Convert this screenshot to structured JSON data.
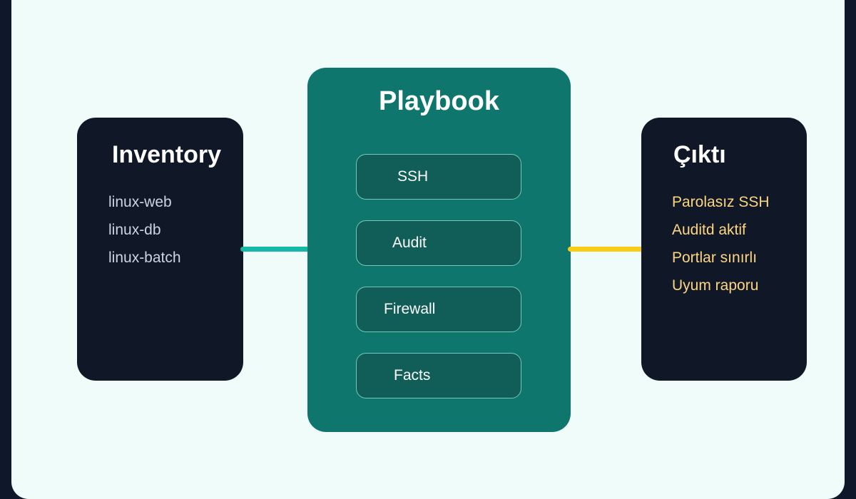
{
  "colors": {
    "background": "#effcf9",
    "frame": "#0f172a",
    "dark_panel": "#101828",
    "playbook_panel": "#0f766e",
    "step_box": "#115e59",
    "step_border": "#74c7bc",
    "inventory_text": "#cbd5e1",
    "output_text": "#fcd581",
    "left_connector": "#14b8a6",
    "right_connector": "#facc15"
  },
  "inventory": {
    "title": "Inventory",
    "hosts": [
      "linux-web",
      "linux-db",
      "linux-batch"
    ]
  },
  "playbook": {
    "title": "Playbook",
    "steps": [
      "SSH",
      "Audit",
      "Firewall",
      "Facts"
    ]
  },
  "output": {
    "title": "Çıktı",
    "results": [
      "Parolasız SSH",
      "Auditd aktif",
      "Portlar sınırlı",
      "Uyum raporu"
    ]
  }
}
